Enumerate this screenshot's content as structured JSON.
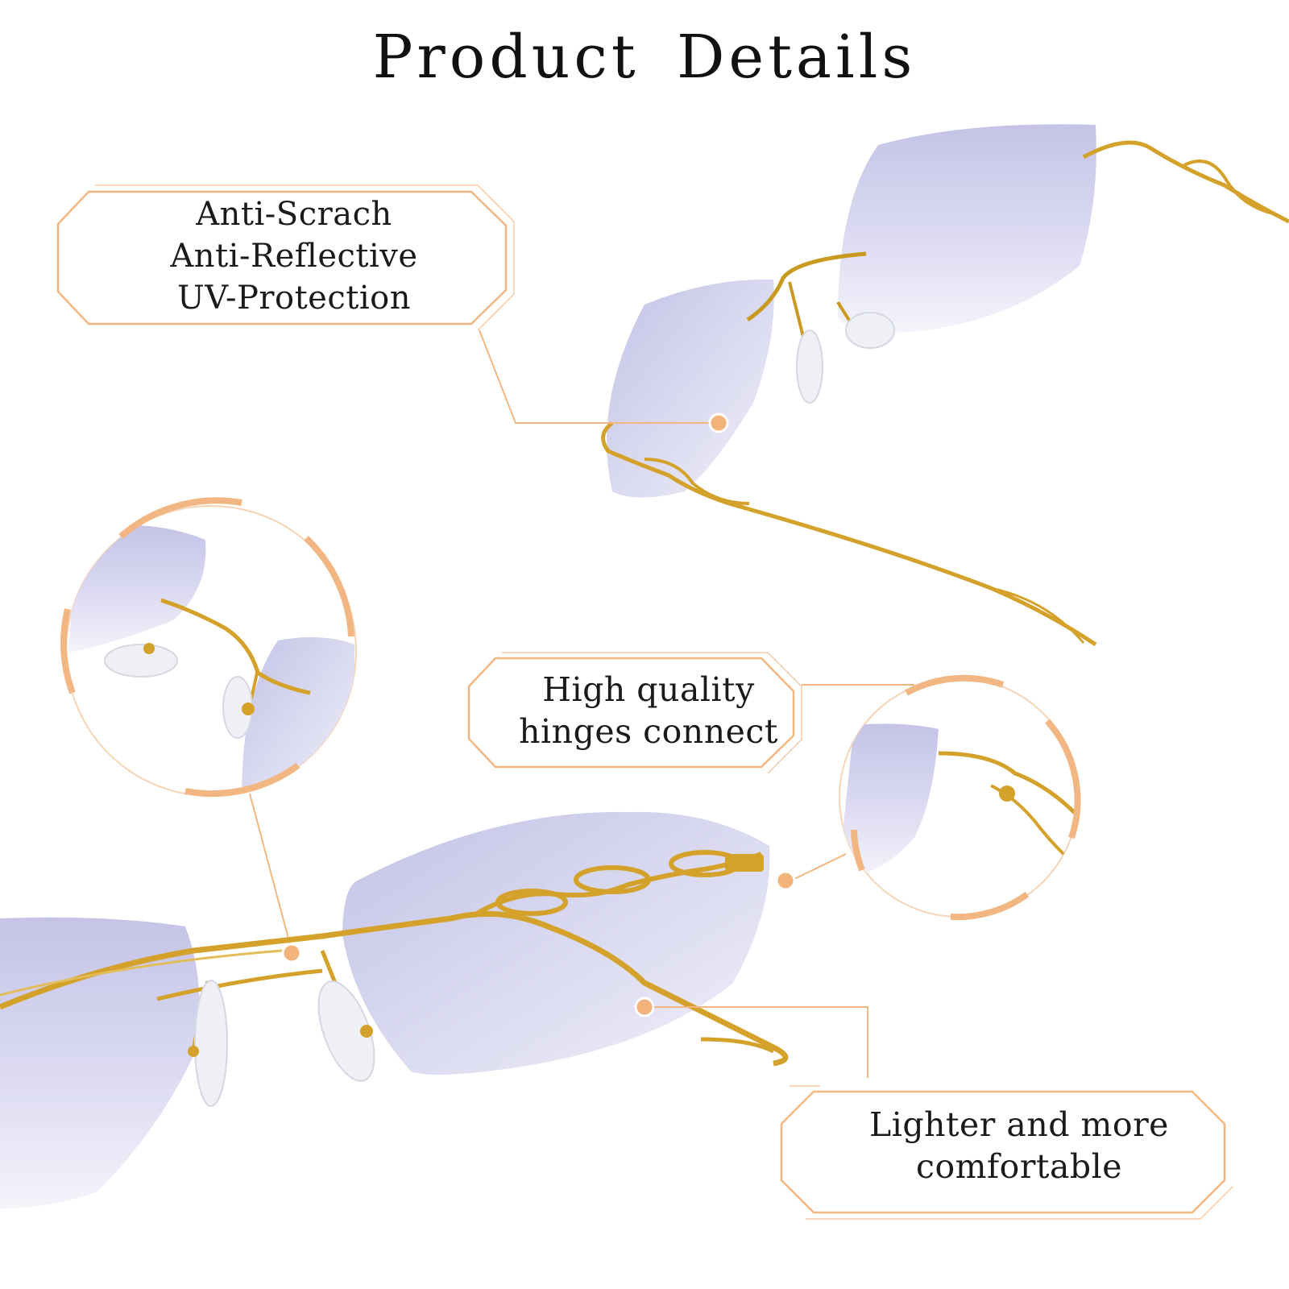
{
  "title": "Product  Details",
  "callouts": {
    "coating": [
      "Anti-Scrach",
      "Anti-Reflective",
      "UV-Protection"
    ],
    "hinge": [
      "High quality",
      "hinges connect"
    ],
    "weight": [
      "Lighter and more",
      "comfortable"
    ]
  },
  "colors": {
    "accent": "#f2b682",
    "callout_dot": "#f3b47c",
    "lens": "#c9c8e8",
    "frame_gold": "#d4a22a"
  }
}
